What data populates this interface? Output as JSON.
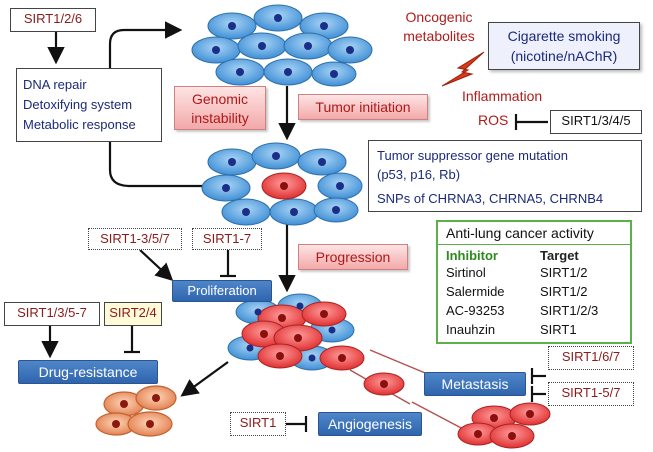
{
  "labels": {
    "sirt126": "SIRT1/2/6",
    "dna_repair": "DNA repair",
    "detoxifying": "Detoxifying system",
    "metabolic": "Metabolic response",
    "oncogenic_line1": "Oncogenic",
    "oncogenic_line2": "metabolites",
    "cigarette_line1": "Cigarette smoking",
    "cigarette_line2": "(nicotine/nAChR)",
    "genomic_line1": "Genomic",
    "genomic_line2": "instability",
    "tumor_initiation": "Tumor initiation",
    "inflammation": "Inflammation",
    "ros": "ROS",
    "sirt1345": "SIRT1/3/4/5",
    "tsg_line1": "Tumor suppressor gene mutation",
    "tsg_line2": "(p53, p16, Rb)",
    "snps": "SNPs of CHRNA3, CHRNA5, CHRNB4",
    "sirt1357": "SIRT1-3/5/7",
    "sirt17": "SIRT1-7",
    "progression": "Progression",
    "proliferation": "Proliferation",
    "sirt13_57": "SIRT1/3/5-7",
    "sirt24": "SIRT2/4",
    "drug_resistance": "Drug-resistance",
    "sirt167": "SIRT1/6/7",
    "metastasis": "Metastasis",
    "sirt1_57": "SIRT1-5/7",
    "sirt1": "SIRT1",
    "angiogenesis": "Angiogenesis"
  },
  "activity_table": {
    "title": "Anti-lung cancer activity",
    "col_inhibitor": "Inhibitor",
    "col_target": "Target",
    "rows": [
      {
        "inhibitor": "Sirtinol",
        "target": "SIRT1/2"
      },
      {
        "inhibitor": "Salermide",
        "target": "SIRT1/2"
      },
      {
        "inhibitor": "AC-93253",
        "target": "SIRT1/2/3"
      },
      {
        "inhibitor": "Inauhzin",
        "target": "SIRT1"
      }
    ]
  },
  "colors": {
    "normal_cell": "#5aa4e0",
    "nucleus": "#1c2f86",
    "tumor_cell": "#e84b4b",
    "tumor_nucleus": "#8a0f0f",
    "accent_red": "#b21b1b",
    "table_border": "#5bb04a"
  }
}
